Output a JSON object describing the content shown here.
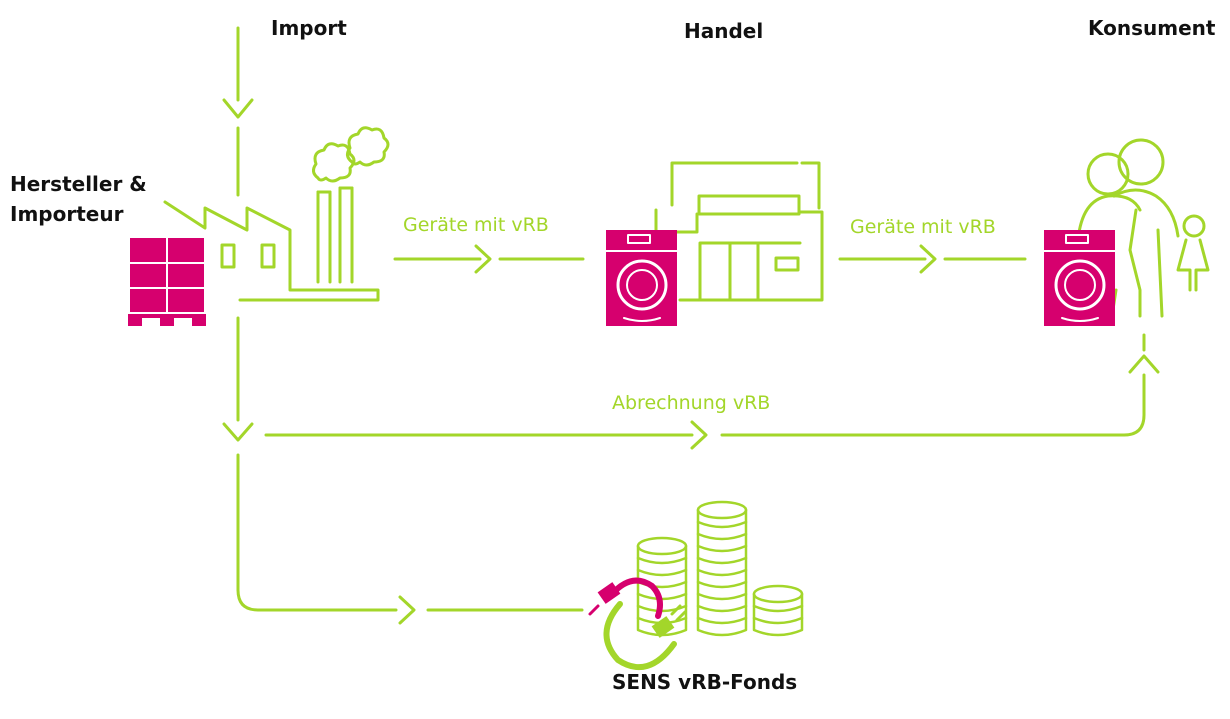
{
  "colors": {
    "green": "#a3d62a",
    "pink": "#d6006e",
    "text": "#111111"
  },
  "labels": {
    "import": "Import",
    "handel": "Handel",
    "konsument": "Konsument",
    "hersteller_line1": "Hersteller &",
    "hersteller_line2": "Importeur",
    "flow_1": "Geräte mit vRB",
    "flow_2": "Geräte mit vRB",
    "abrechnung": "Abrechnung vRB",
    "fonds": "SENS vRB-Fonds"
  },
  "icons": {
    "factory": "factory-icon",
    "pallet": "pallet-boxes-icon",
    "shop": "shop-icon",
    "washer": "washing-machine-icon",
    "family": "family-icon",
    "coins": "coin-stacks-icon",
    "plug": "plug-icon"
  }
}
